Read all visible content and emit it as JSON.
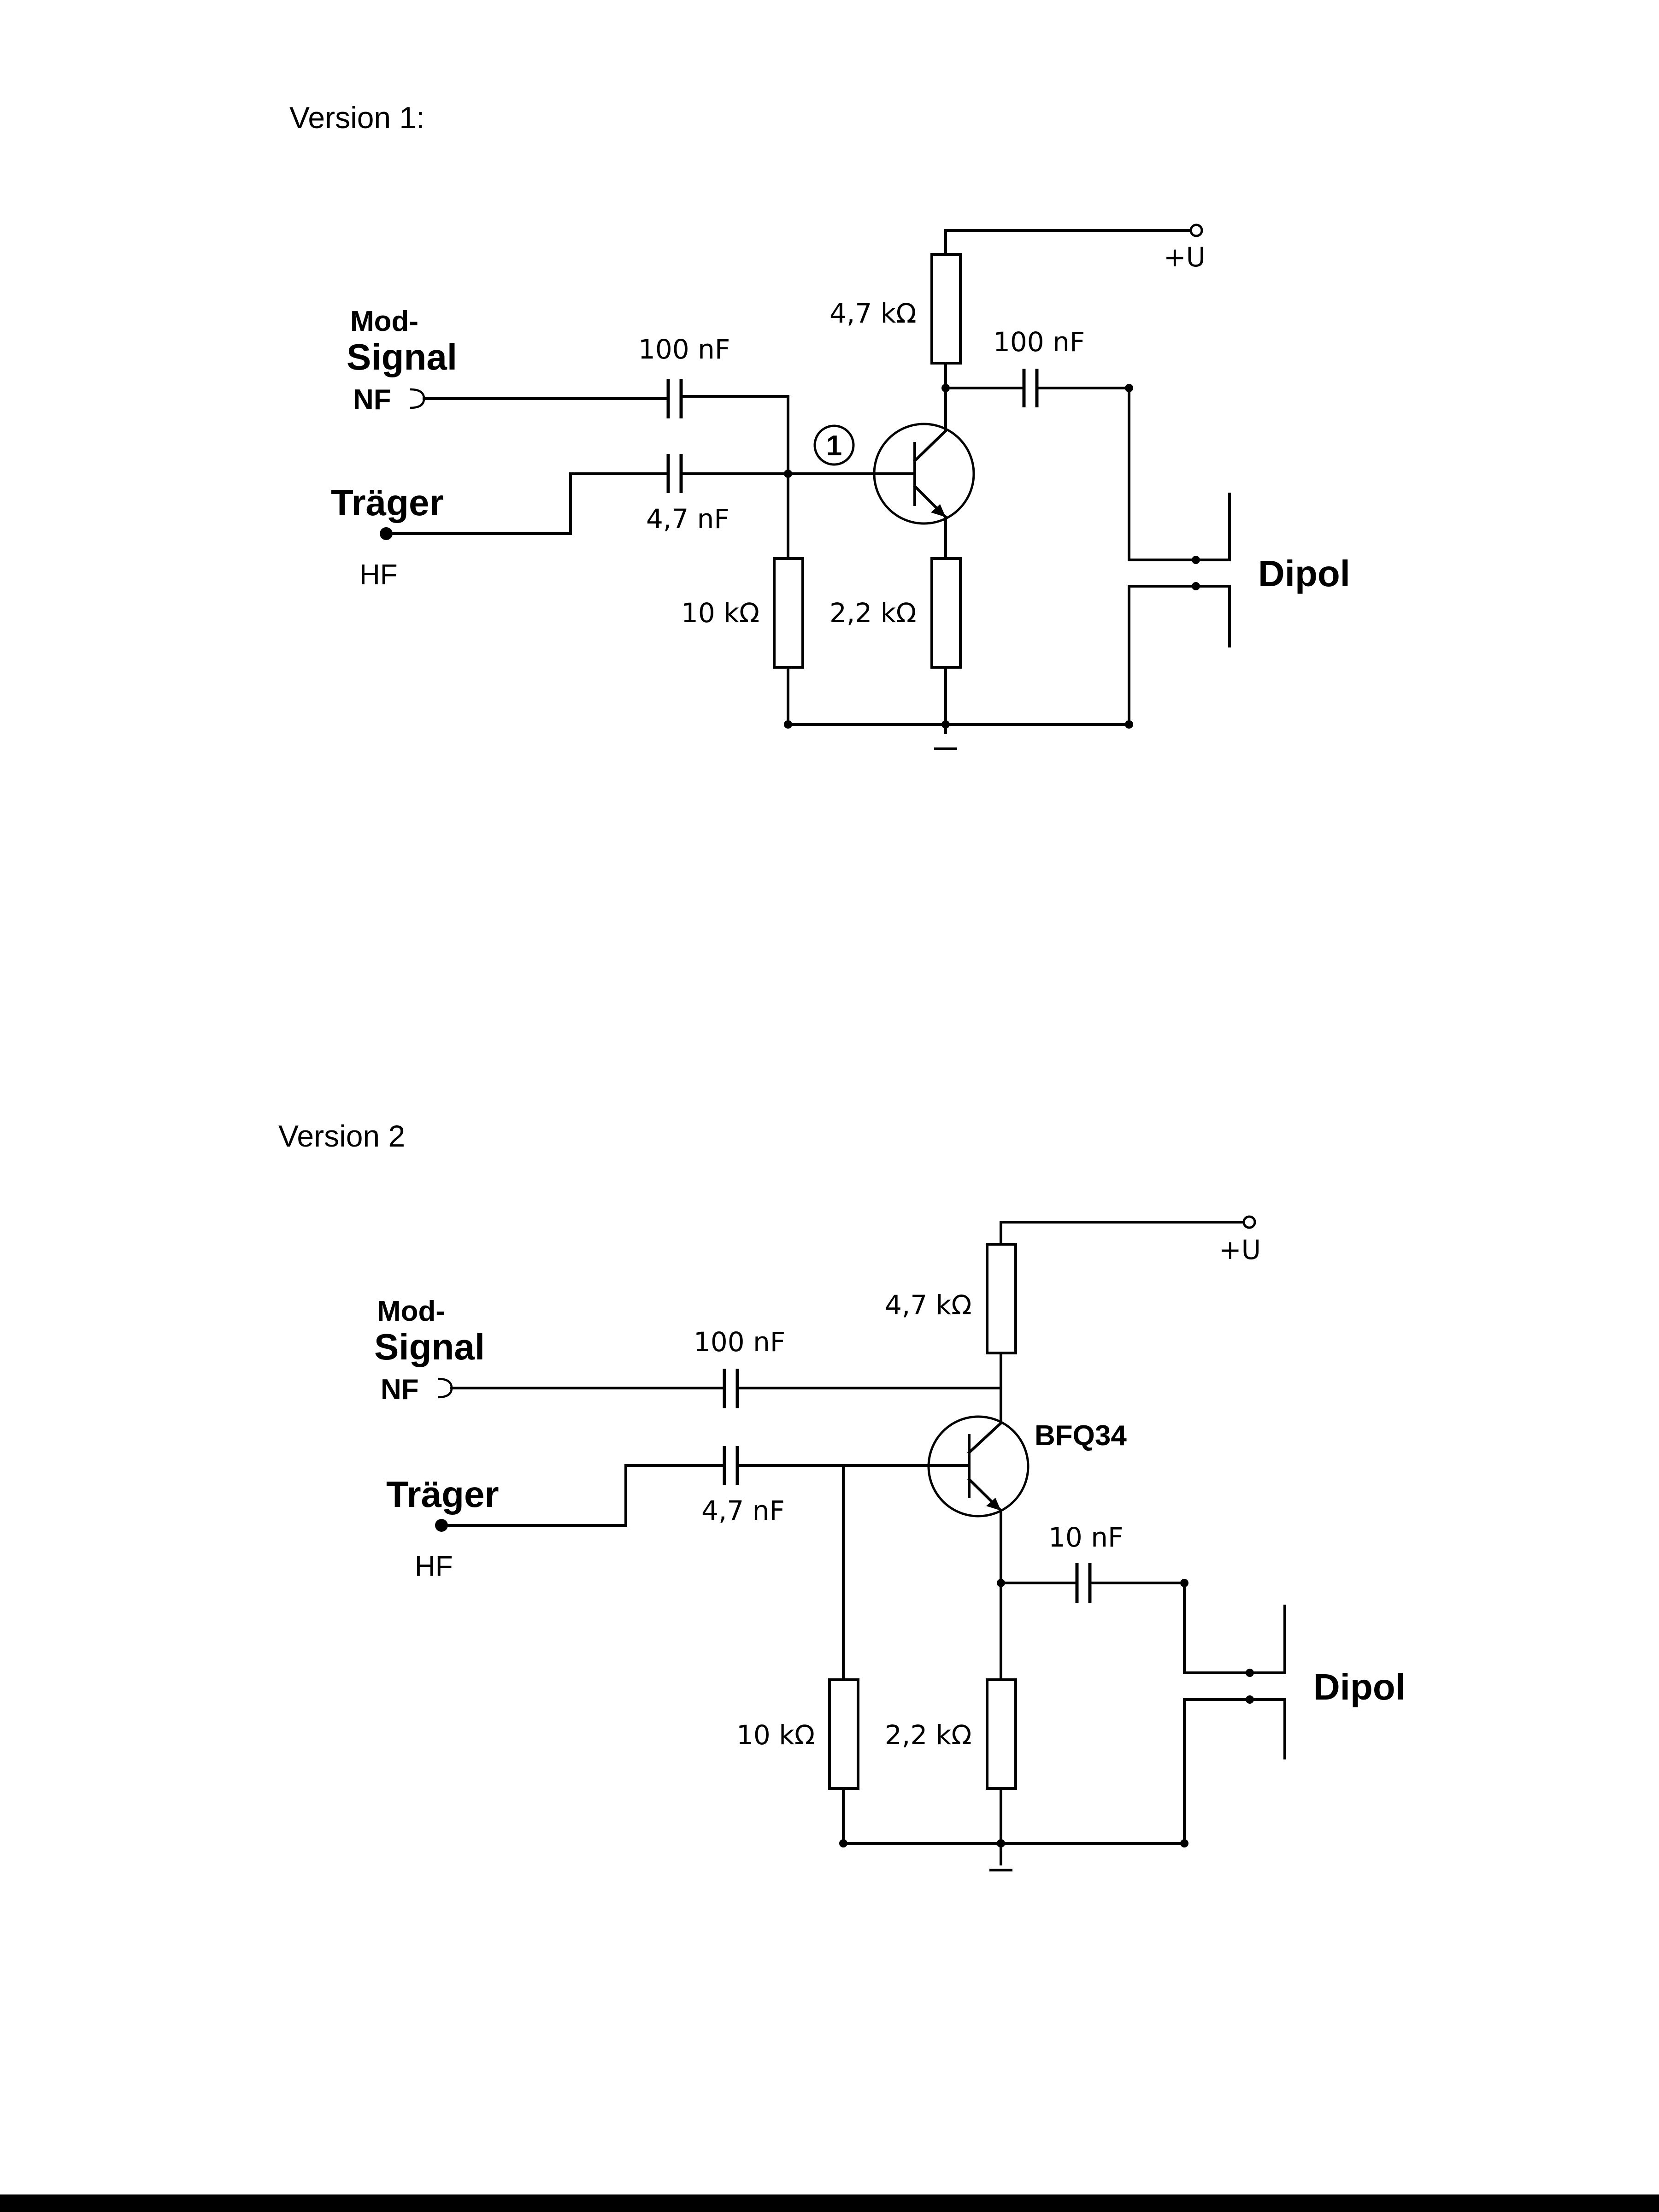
{
  "diagrams": [
    {
      "title": "Version 1:",
      "input_mod": {
        "line1": "Mod-",
        "line2": "Signal",
        "line3": "NF"
      },
      "input_carrier": {
        "line1": "Träger",
        "line2": "HF"
      },
      "cap_mod": "100 nF",
      "cap_carrier": "4,7 nF",
      "r_collector": "4,7 kΩ",
      "r_base": "10 kΩ",
      "r_emitter": "2,2 kΩ",
      "cap_out": "100 nF",
      "supply": "+U",
      "node_marker": "1",
      "antenna": "Dipol"
    },
    {
      "title": "Version 2",
      "input_mod": {
        "line1": "Mod-",
        "line2": "Signal",
        "line3": "NF"
      },
      "input_carrier": {
        "line1": "Träger",
        "line2": "HF"
      },
      "cap_mod": "100 nF",
      "cap_carrier": "4,7 nF",
      "r_collector": "4,7 kΩ",
      "r_base": "10 kΩ",
      "r_emitter": "2,2 kΩ",
      "cap_out": "10 nF",
      "supply": "+U",
      "transistor": "BFQ34",
      "antenna": "Dipol"
    }
  ]
}
